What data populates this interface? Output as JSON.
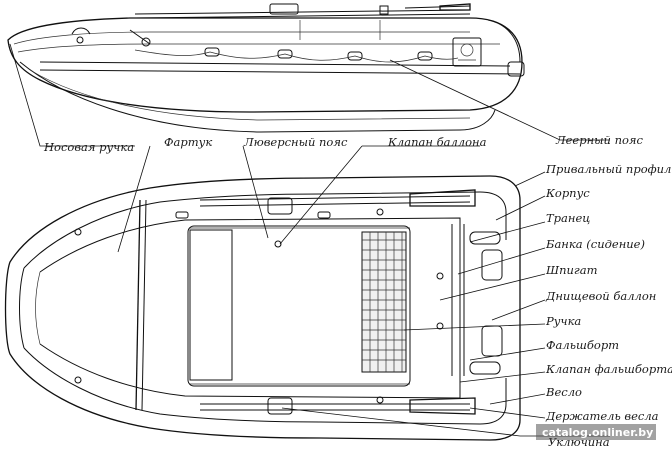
{
  "diagram": {
    "labels_left": [
      {
        "key": "nose_handle",
        "text": "Носовая ручка"
      },
      {
        "key": "apron",
        "text": "Фартук"
      },
      {
        "key": "grommet_belt",
        "text": "Люверсный пояс"
      },
      {
        "key": "tube_valve",
        "text": "Клапан баллона"
      },
      {
        "key": "oarlock",
        "text": "Уключина"
      }
    ],
    "labels_right": [
      {
        "key": "lifeline",
        "text": "Леерный пояс"
      },
      {
        "key": "rub_strake",
        "text": "Привальный профиль"
      },
      {
        "key": "hull",
        "text": "Корпус"
      },
      {
        "key": "transom",
        "text": "Транец"
      },
      {
        "key": "bench",
        "text": "Банка (сидение)"
      },
      {
        "key": "stringer",
        "text": "Шпигат"
      },
      {
        "key": "keel_tube",
        "text": "Днищевой баллон"
      },
      {
        "key": "handle",
        "text": "Ручка"
      },
      {
        "key": "gunwale",
        "text": "Фальшборт"
      },
      {
        "key": "gunwale_valve",
        "text": "Клапан фальшборта"
      },
      {
        "key": "oar",
        "text": "Весло"
      },
      {
        "key": "oar_holder",
        "text": "Держатель весла"
      }
    ],
    "watermark": "catalog.onliner.by"
  }
}
